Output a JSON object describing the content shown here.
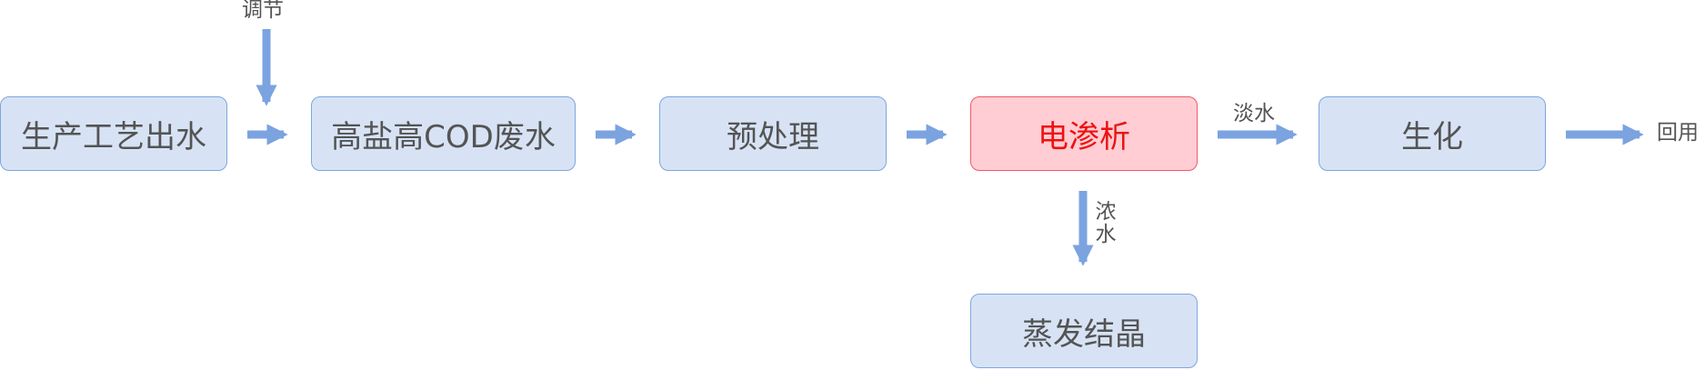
{
  "diagram": {
    "nodes": {
      "source_water": "生产工艺出水",
      "high_salt_cod": "高盐高COD废水",
      "pretreatment": "预处理",
      "electrodialysis": "电渗析",
      "biochem": "生化",
      "evaporation": "蒸发结晶"
    },
    "edge_labels": {
      "adjust": "调节",
      "fresh_water": "淡水",
      "concentrate": "浓水",
      "reuse": "回用"
    },
    "colors": {
      "box_fill": "#d7e3f5",
      "box_border": "#7fa6e0",
      "highlight_fill": "#ffcdd3",
      "highlight_border": "#ec5a6b",
      "highlight_text": "#ee1111",
      "arrow": "#7ba3e0"
    }
  }
}
